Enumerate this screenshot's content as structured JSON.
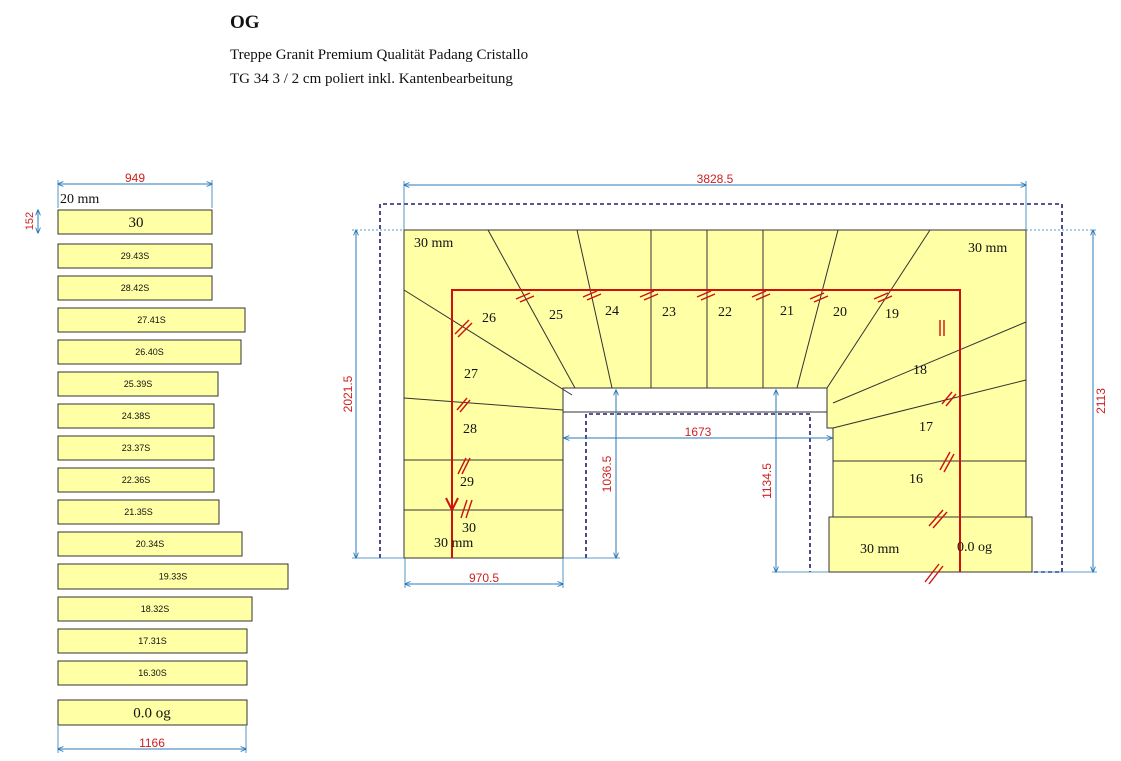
{
  "header": {
    "title": "OG",
    "line1": "Treppe Granit Premium Qualität Padang Cristallo",
    "line2": "TG 34 3 / 2 cm poliert inkl. Kantenbearbeitung"
  },
  "colors": {
    "tread_fill": "#ffffa5",
    "outline": "#333333",
    "dimension": "#d02020",
    "dim_line": "#2a7ab8",
    "walk_line": "#d01010",
    "dotted_outline": "#202070"
  },
  "parts_list": {
    "width_top": "949",
    "thickness_label": "20 mm",
    "side_dim": "152",
    "width_bottom": "1166",
    "items": [
      "30",
      "29.43S",
      "28.42S",
      "27.41S",
      "26.40S",
      "25.39S",
      "24.38S",
      "23.37S",
      "22.36S",
      "21.35S",
      "20.34S",
      "19.33S",
      "18.32S",
      "17.31S",
      "16.30S",
      "0.0 og"
    ]
  },
  "plan": {
    "overall_width": "3828.5",
    "left_height": "2021.5",
    "right_height": "2113",
    "inner_width": "1673",
    "left_leg_width": "970.5",
    "left_inner_height": "1036.5",
    "right_inner_height": "1134.5",
    "corner_labels": [
      "30 mm",
      "30 mm",
      "30 mm",
      "30 mm"
    ],
    "landing_label": "0.0 og",
    "step_numbers": [
      "16",
      "17",
      "18",
      "19",
      "20",
      "21",
      "22",
      "23",
      "24",
      "25",
      "26",
      "27",
      "28",
      "29",
      "30"
    ]
  }
}
